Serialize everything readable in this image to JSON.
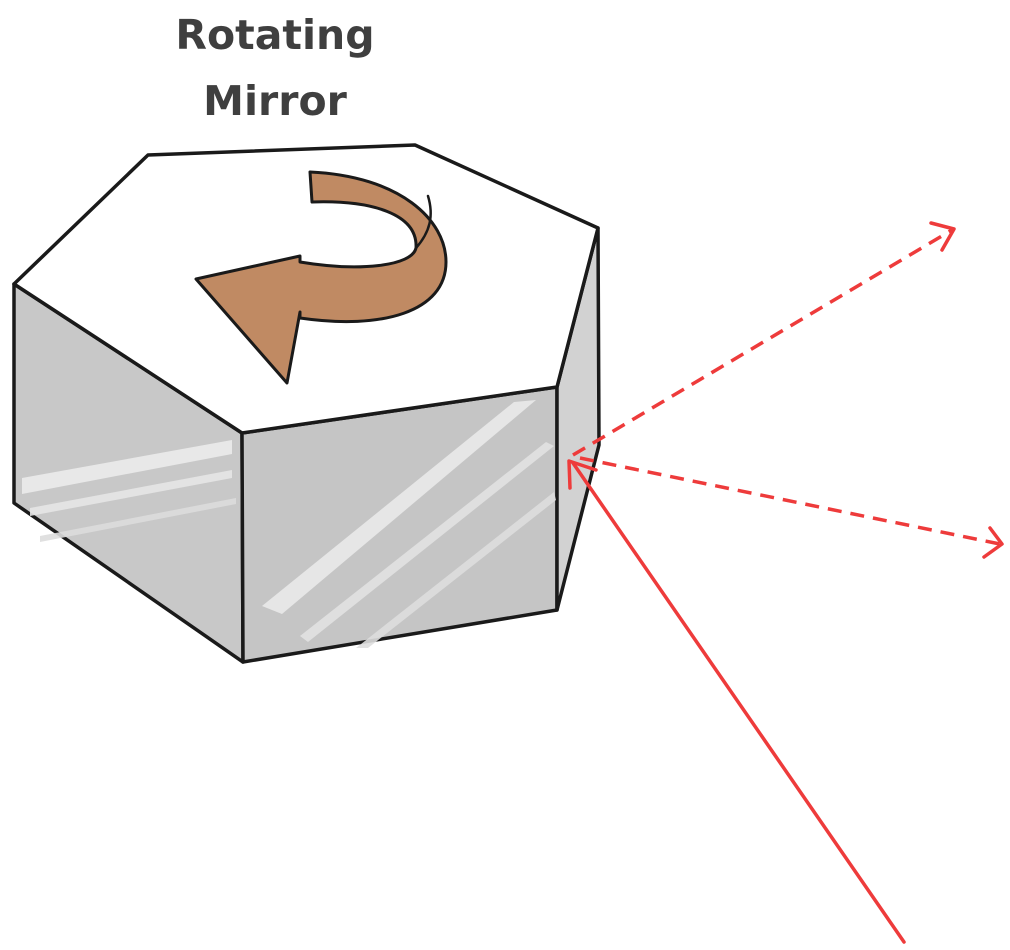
{
  "title": {
    "line1": "Rotating",
    "line2": "Mirror"
  },
  "colors": {
    "title_text": "#3f3f3f",
    "outline": "#1a1a1a",
    "top_face": "#ffffff",
    "mirror_face": "#c8c8c8",
    "mirror_side": "#d2d2d2",
    "mirror_highlight": "#e8e8e8",
    "rotation_arrow": "#c08a63",
    "beam": "#ee3b3b"
  },
  "icons": {
    "rotation": "curved-rotation-arrow",
    "incident_beam": "solid-arrow",
    "reflected_beams": "dashed-arrow"
  }
}
